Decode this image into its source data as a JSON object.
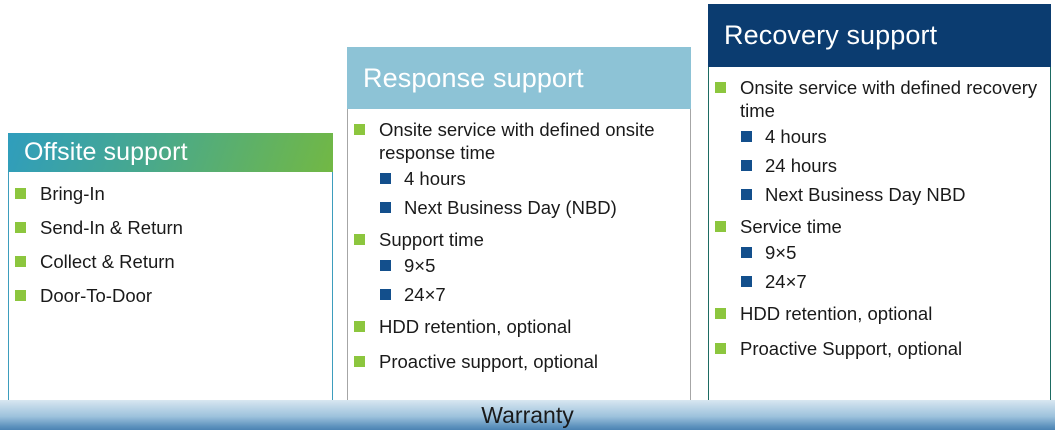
{
  "columns": [
    {
      "id": "offsite",
      "title": "Offsite support",
      "header_color": "#4aa37e",
      "border_color": "#3d9dbd",
      "items": [
        {
          "label": "Bring-In"
        },
        {
          "label": "Send-In & Return"
        },
        {
          "label": "Collect & Return"
        },
        {
          "label": "Door-To-Door"
        }
      ]
    },
    {
      "id": "response",
      "title": "Response support",
      "header_color": "#8dc3d6",
      "border_color": "#a6a6a6",
      "items": [
        {
          "label": "Onsite service with defined onsite response time",
          "children": [
            "4 hours",
            "Next Business Day (NBD)"
          ]
        },
        {
          "label": "Support time",
          "children": [
            "9×5",
            "24×7"
          ]
        },
        {
          "label": "HDD retention, optional"
        },
        {
          "label": "Proactive support, optional"
        }
      ]
    },
    {
      "id": "recovery",
      "title": "Recovery support",
      "header_color": "#0b3c70",
      "border_color": "#1d6b62",
      "items": [
        {
          "label": "Onsite service with defined recovery time",
          "children": [
            "4 hours",
            "24 hours",
            "Next Business Day NBD"
          ]
        },
        {
          "label": "Service time",
          "children": [
            "9×5",
            "24×7"
          ]
        },
        {
          "label": "HDD retention, optional"
        },
        {
          "label": "Proactive Support, optional"
        }
      ]
    }
  ],
  "footer": {
    "label": "Warranty"
  },
  "colors": {
    "bullet_green": "#8cc63e",
    "bullet_navy": "#134f8c",
    "text": "#1a1a1a"
  }
}
